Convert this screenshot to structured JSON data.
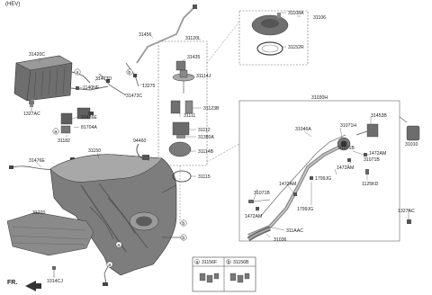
{
  "header": {
    "variant": "(HEV)"
  },
  "orientation": {
    "label": "FR."
  },
  "callouts": {
    "a": "a",
    "b": "b"
  },
  "labels": {
    "p31420C": "31420C",
    "p31473D": "31473D",
    "p1140NF": "1140NF",
    "p31472C": "31472C",
    "p13275": "13275",
    "p1327AC_left": "1327AC",
    "p31426E": "31426E",
    "p81704A": "81704A",
    "p31182": "31182",
    "p31476E": "31476E",
    "p31150": "31150",
    "p31220": "31220",
    "p1014CJ": "1014CJ",
    "p31456": "31456",
    "p31120L": "31120L",
    "p31435": "31435",
    "p31114J": "31114J",
    "p31123B": "31123B",
    "p31111": "31111",
    "p31112": "31112",
    "p31380A": "31380A",
    "p31114B": "31114B",
    "p31115": "31115",
    "p94460": "94460",
    "p31108A": "31108A",
    "p31106": "31106",
    "p31152R": "31152R",
    "p31030H": "31030H",
    "p31046A": "31046A",
    "p31071H": "31071H",
    "p31453B": "31453B",
    "p31071B_right": "31071B",
    "p1472AM_r1": "1472AM",
    "p1472AM_r2": "1472AM",
    "p1799JG_1": "1799JG",
    "p1125KD": "1125KD",
    "p1472AM_left": "1472AM",
    "p31071B_left": "31071B",
    "p1472AM_low": "1472AM",
    "p1799JG_2": "1799JG",
    "p311AAC": "311AAC",
    "p31036": "31036",
    "p31010": "31010",
    "p1327AC_right": "1327AC"
  },
  "legend": {
    "a_part": "31156F",
    "b_part": "31156B"
  }
}
